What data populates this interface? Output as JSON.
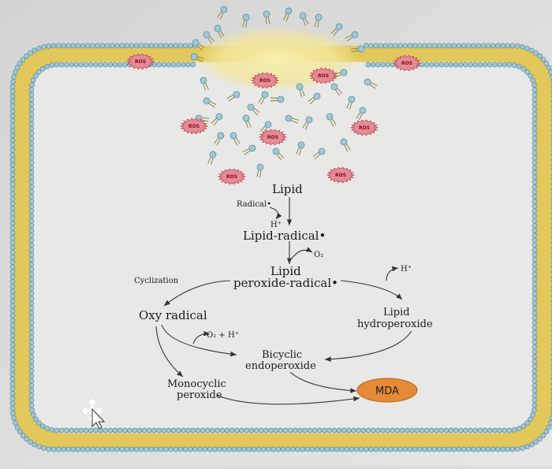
{
  "diagram": {
    "ros_label": "ROS",
    "nodes": {
      "lipid": "Lipid",
      "radical": "Radical•",
      "h_plus_1": "H⁺",
      "lipid_radical": "Lipid-radical•",
      "o2": "O₂",
      "lipid_peroxide_1": "Lipid",
      "lipid_peroxide_2": "peroxide-radical•",
      "cyclization": "Cyclization",
      "h_plus_2": "H⁺",
      "oxy_radical": "Oxy radical",
      "lipid_hydro_1": "Lipid",
      "lipid_hydro_2": "hydroperoxide",
      "o2_h": "O₂ + H⁺",
      "bicyclic_1": "Bicyclic",
      "bicyclic_2": "endoperoxide",
      "monocyclic_1": "Monocyclic",
      "monocyclic_2": "peroxide",
      "mda": "MDA"
    },
    "colors": {
      "membrane_outer": "#e2c85a",
      "head_blue": "#9fc7d6",
      "head_stroke": "#5e8ea0",
      "ros_fill": "#e68a94",
      "ros_stroke": "#b94a58",
      "mda_fill": "#e58a36",
      "glow": "#f4eaa0",
      "cell_interior": "#e8e8e6"
    }
  }
}
